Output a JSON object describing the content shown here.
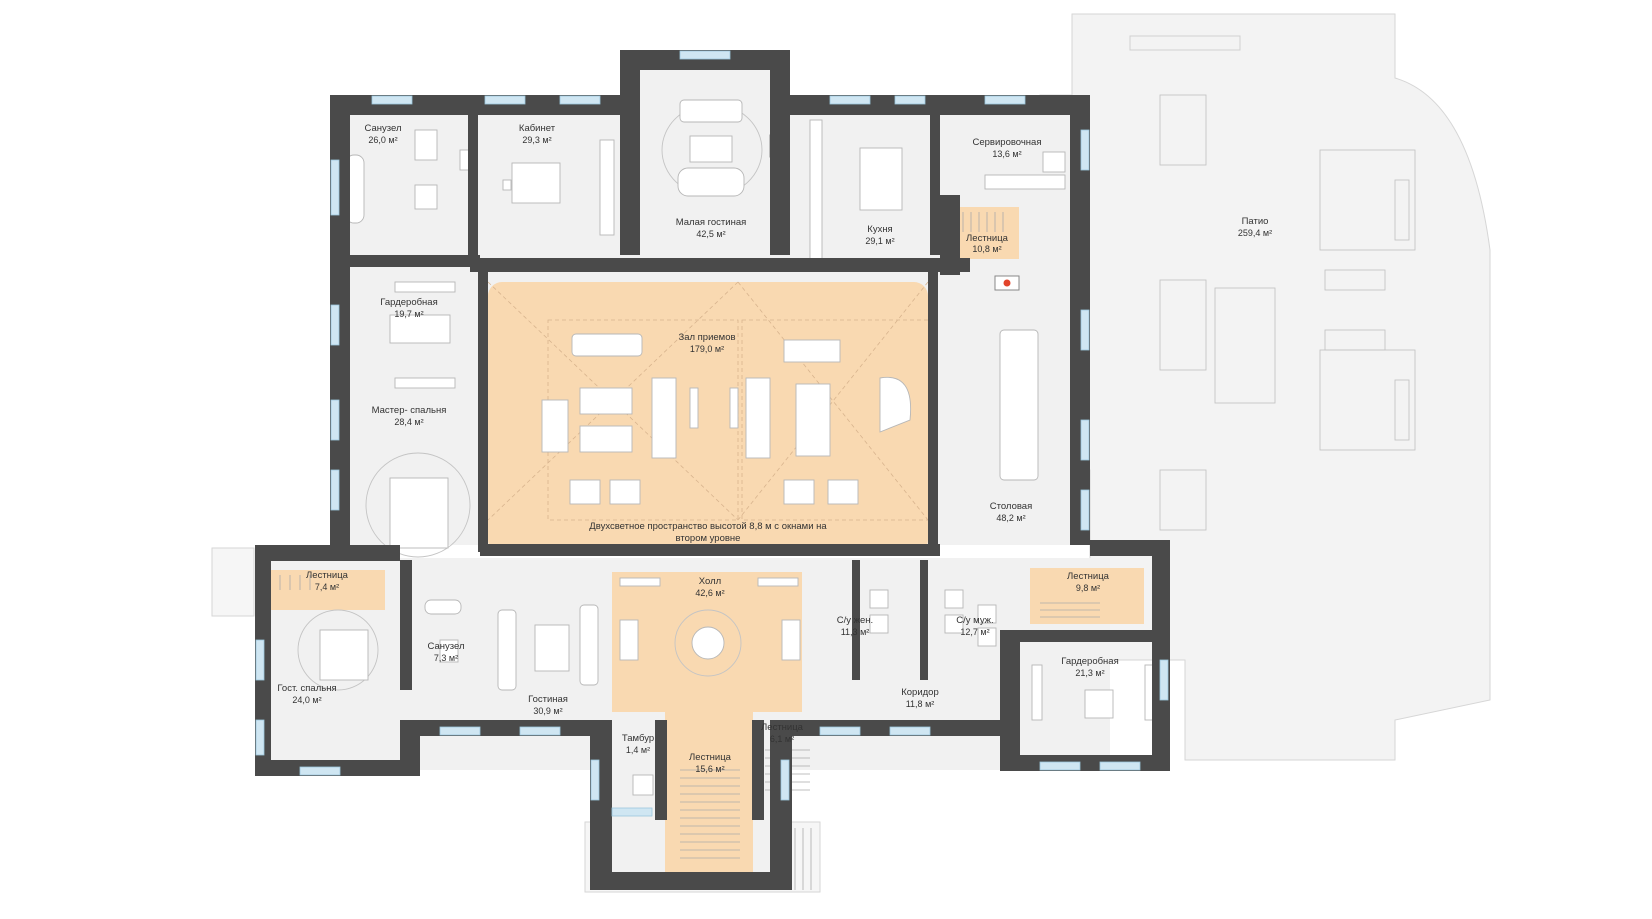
{
  "colors": {
    "wall": "#4a4a4a",
    "floor": "#f1f1f1",
    "highlight": "#f9d9b1",
    "window": "#cfe6f2",
    "patio": "#f3f3f3",
    "text": "#333333"
  },
  "rooms": {
    "sanuzel_master": {
      "name": "Санузел",
      "area": "26,0 м²"
    },
    "kabinet": {
      "name": "Кабинет",
      "area": "29,3 м²"
    },
    "malaya_gostinaya": {
      "name": "Малая гостиная",
      "area": "42,5 м²"
    },
    "kuhnya": {
      "name": "Кухня",
      "area": "29,1 м²"
    },
    "servirovochnaya": {
      "name": "Сервировочная",
      "area": "13,6 м²"
    },
    "lestnitsa_top": {
      "name": "Лестница",
      "area": "10,8 м²"
    },
    "patio": {
      "name": "Патио",
      "area": "259,4 м²"
    },
    "garderobnaya_master": {
      "name": "Гардеробная",
      "area": "19,7 м²"
    },
    "zal_priemov": {
      "name": "Зал приемов",
      "area": "179,0 м²"
    },
    "master_spalnya": {
      "name": "Мастер- спальня",
      "area": "28,4 м²"
    },
    "stolovaya": {
      "name": "Столовая",
      "area": "48,2 м²"
    },
    "double_height_note": {
      "line1": "Двухсветное пространство высотой 8,8 м с окнами на",
      "line2": "втором уровне"
    },
    "lestnitsa_left": {
      "name": "Лестница",
      "area": "7,4 м²"
    },
    "holl": {
      "name": "Холл",
      "area": "42,6 м²"
    },
    "su_zhen": {
      "name": "С/у жен.",
      "area": "11,3 м²"
    },
    "su_muzh": {
      "name": "С/у муж.",
      "area": "12,7 м²"
    },
    "lestnitsa_right": {
      "name": "Лестница",
      "area": "9,8 м²"
    },
    "sanuzel_guest": {
      "name": "Санузел",
      "area": "7,3 м²"
    },
    "gost_spalnya": {
      "name": "Гост. спальня",
      "area": "24,0 м²"
    },
    "gostinaya": {
      "name": "Гостиная",
      "area": "30,9 м²"
    },
    "koridor": {
      "name": "Коридор",
      "area": "11,8 м²"
    },
    "garderobnaya_right": {
      "name": "Гардеробная",
      "area": "21,3 м²"
    },
    "tambur": {
      "name": "Тамбур",
      "area": "1,4 м²"
    },
    "lestnitsa_small": {
      "name": "Лестница",
      "area": "6,1 м²"
    },
    "lestnitsa_entry": {
      "name": "Лестница",
      "area": "15,6 м²"
    }
  }
}
